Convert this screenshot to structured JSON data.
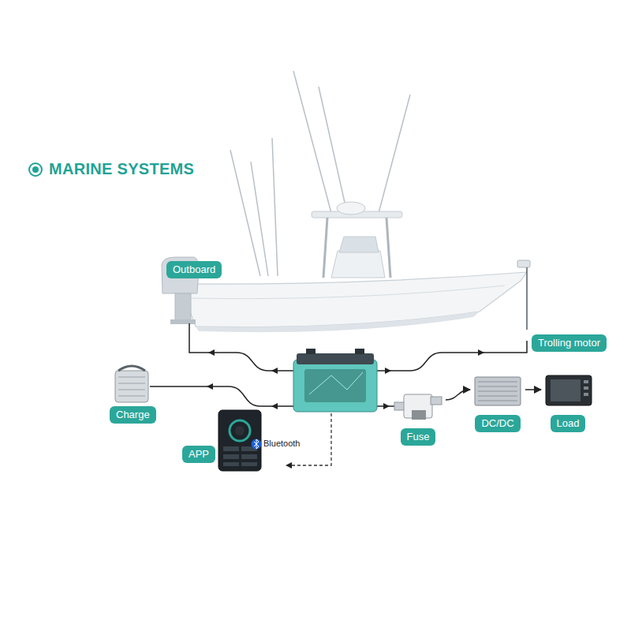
{
  "diagram": {
    "title": "MARINE SYSTEMS",
    "nodes": [
      {
        "text": [
          "Outboard"
        ]
      },
      {
        "text": [
          "Trolling motor"
        ]
      },
      {
        "text": [
          "Charge"
        ]
      },
      {
        "text": [
          "APP"
        ]
      },
      {
        "text": [
          "Fuse"
        ]
      },
      {
        "text": [
          "DC/DC"
        ]
      },
      {
        "text": [
          "Load"
        ]
      }
    ],
    "edges": [
      {
        "from": 4,
        "to": 5,
        "arrow": "to"
      },
      {
        "from": 5,
        "to": 6,
        "arrow": "to"
      }
    ],
    "labels": [
      "Bluetooth"
    ]
  }
}
